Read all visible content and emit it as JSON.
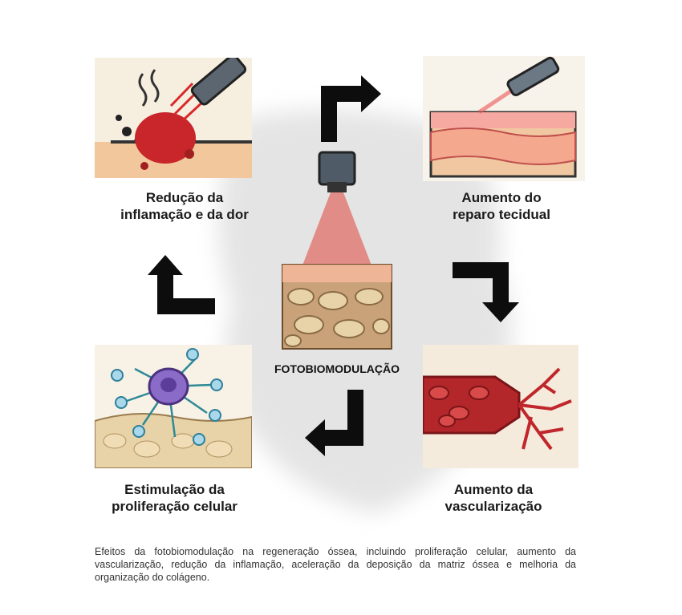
{
  "center": {
    "title": "FOTOBIOMODULAÇÃO"
  },
  "effects": [
    {
      "line1": "Redução da",
      "line2": "inflamação e da dor"
    },
    {
      "line1": "Aumento do",
      "line2": "reparo tecidual"
    },
    {
      "line1": "Aumento da",
      "line2": "vascularização"
    },
    {
      "line1": "Estimulação da",
      "line2": "proliferação celular"
    }
  ],
  "caption": "Efeitos da fotobiomodulação na regeneração óssea, incluindo proliferação celular, aumento da vascularização, redução da inflamação, aceleração da deposição da matriz óssea e melhoria da organização do colágeno.",
  "colors": {
    "laser": "#e0443a",
    "bone": "#e8d3a8",
    "skin": "#f2b89a",
    "vessel": "#c0262b",
    "arrow": "#0d0d0d"
  }
}
